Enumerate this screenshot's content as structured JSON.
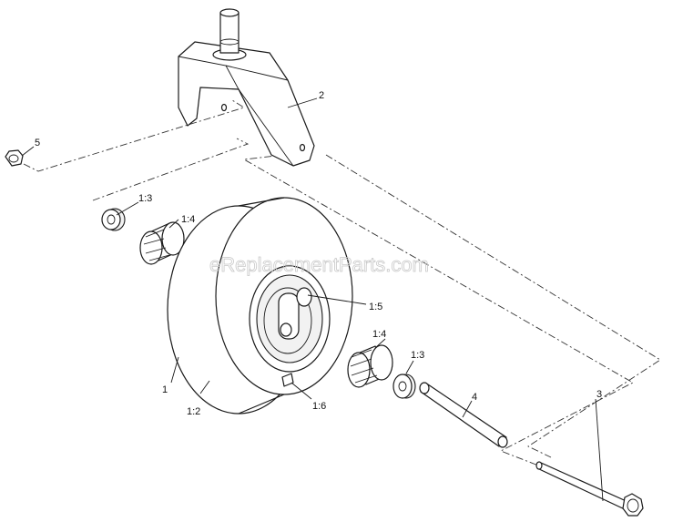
{
  "watermark": "eReplacementParts.com",
  "callouts": {
    "frame": "2",
    "nut": "5",
    "spacer_left": "1:3",
    "bearing_left": "1:4",
    "hub": "1:5",
    "bearing_right": "1:4",
    "spacer_right": "1:3",
    "tube": "4",
    "wheel": "1",
    "tire": "1:2",
    "valve": "1:6",
    "bolt": "3"
  }
}
